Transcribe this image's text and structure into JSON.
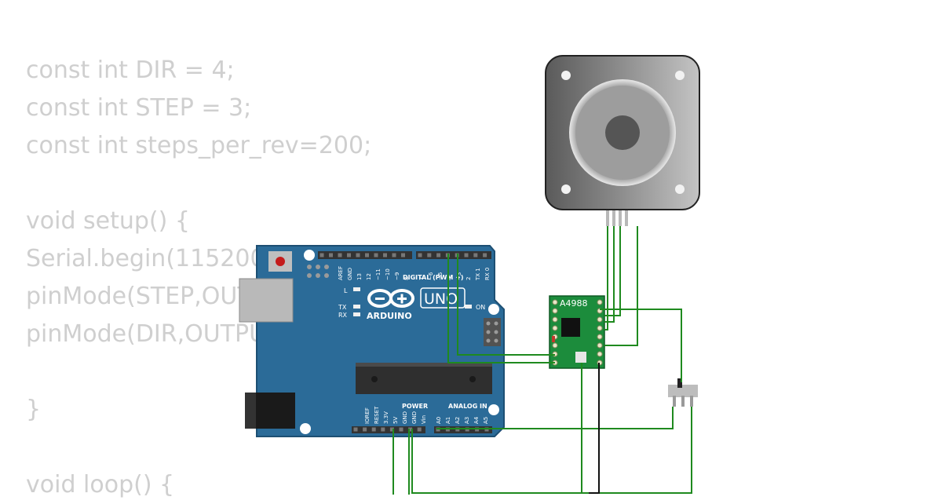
{
  "code": {
    "lines": [
      "const int DIR = 4;",
      "const int STEP = 3;",
      "const int steps_per_rev=200;",
      "",
      "void setup() {",
      "Serial.begin(115200);",
      "pinMode(STEP,OUTPUT);",
      "pinMode(DIR,OUTPUT);",
      "",
      "}",
      "",
      "void loop() {"
    ]
  },
  "arduino": {
    "brand": "ARDUINO",
    "model": "UNO",
    "digital_label": "DIGITAL (PWM ~)",
    "power_label": "POWER",
    "analog_label": "ANALOG IN",
    "on_label": "ON",
    "led_l": "L",
    "led_tx": "TX",
    "led_rx": "RX",
    "top_pins": [
      "AREF",
      "GND",
      "13",
      "12",
      "~11",
      "~10",
      "~9",
      "8",
      "7",
      "~6",
      "~5",
      "4",
      "~3",
      "2",
      "TX 1",
      "RX 0"
    ],
    "bottom_pins": [
      "IOREF",
      "RESET",
      "3.3V",
      "5V",
      "GND",
      "GND",
      "Vin",
      "A0",
      "A1",
      "A2",
      "A3",
      "A4",
      "A5"
    ]
  },
  "driver": {
    "label": "A4988"
  },
  "colors": {
    "board": "#2b6b98",
    "wire": "#1f8a1f",
    "wire_black": "#111111"
  }
}
